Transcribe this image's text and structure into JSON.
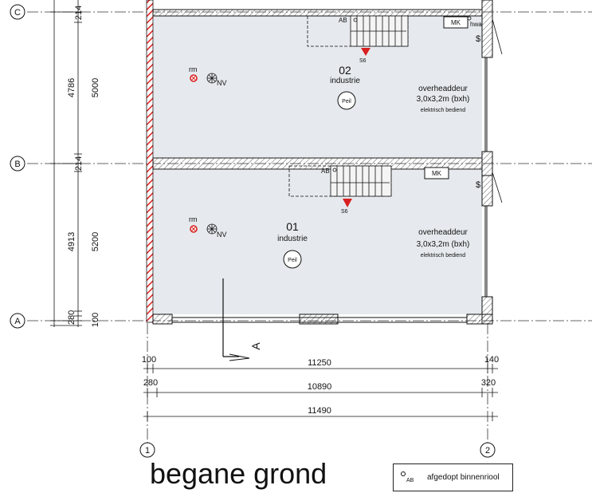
{
  "drawing": {
    "title": "begane grond",
    "grid_axes": {
      "rows": [
        "C",
        "B",
        "A"
      ],
      "columns": [
        "1",
        "2"
      ]
    },
    "vertical_dims_inner": [
      "214",
      "4786",
      "214",
      "4913",
      "280",
      "100"
    ],
    "vertical_dims_outer": [
      "5000",
      "5200"
    ],
    "horizontal_dims": {
      "row1": {
        "left": "100",
        "center": "11250",
        "right": "140"
      },
      "row2": {
        "left": "280",
        "center": "10890",
        "right": "320"
      },
      "row3": {
        "center": "11490"
      }
    },
    "units": [
      {
        "number": "02",
        "use": "industrie",
        "peil": "Peil",
        "rm": "rm",
        "nv": "NV",
        "door_label": "overheaddeur",
        "door_size": "3,0x3,2m (bxh)",
        "door_note": "elektrisch bediend",
        "stair_ab": "AB",
        "stair_s6": "S6",
        "mk": "MK",
        "hwa": "hwa",
        "dollar": "$"
      },
      {
        "number": "01",
        "use": "industrie",
        "peil": "Peil",
        "rm": "rm",
        "nv": "NV",
        "door_label": "overheaddeur",
        "door_size": "3,0x3,2m (bxh)",
        "door_note": "elektrisch bediend",
        "stair_ab": "AB",
        "stair_s6": "S6",
        "mk": "MK",
        "dollar": "$"
      }
    ],
    "section_marker": "A",
    "legend": {
      "symbol": "AB",
      "label": "afgedopt binnenriool"
    }
  },
  "colors": {
    "floor_fill": "#e6eaee",
    "firewall_red": "#e02020",
    "line": "#111111",
    "marker_red": "#d82020"
  }
}
